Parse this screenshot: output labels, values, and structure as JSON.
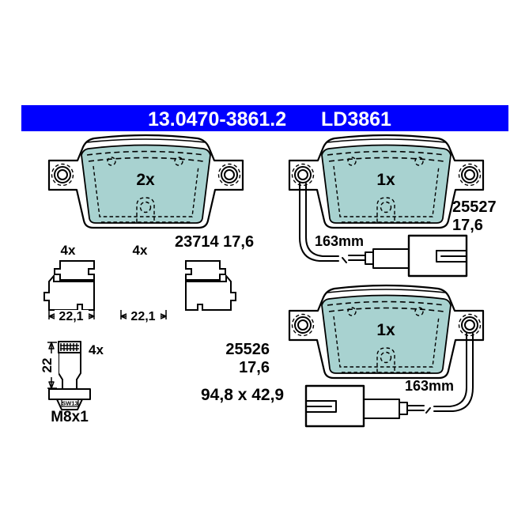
{
  "header": {
    "part_number": "13.0470-3861.2",
    "reference_code": "LD3861",
    "background_color": "#0000ff",
    "text_color": "#ffffff"
  },
  "colors": {
    "pad_fill": "#a8d2d0",
    "pad_fill_dark": "#8fc2c0",
    "backing_plate": "#ffffff",
    "outline": "#000000",
    "banner_blue": "#0000ff",
    "page_background": "#ffffff"
  },
  "main_pad": {
    "name": "main-brake-pad",
    "quantity_label": "2x",
    "wva_number": "23714",
    "thickness": "17,6",
    "caption": "23714 17,6",
    "has_sensor": false
  },
  "sensor_pad_top": {
    "name": "sensor-pad-upper",
    "quantity_label": "1x",
    "wva_number": "25527",
    "thickness": "17,6",
    "caption_line1": "25527",
    "caption_line2": "17,6",
    "has_sensor": true,
    "sensor_length": "163mm",
    "sensor_side": "left"
  },
  "sensor_pad_bottom": {
    "name": "sensor-pad-lower",
    "quantity_label": "1x",
    "wva_number": "25526",
    "thickness": "17,6",
    "caption_line1": "25526",
    "caption_line2": "17,6",
    "has_sensor": true,
    "sensor_length": "163mm",
    "sensor_side": "right"
  },
  "clips": [
    {
      "name": "retaining-clip-left",
      "quantity_label": "4x",
      "width_dimension": "22,1"
    },
    {
      "name": "retaining-clip-right",
      "quantity_label": "4x",
      "width_dimension": "22,1"
    }
  ],
  "bolt": {
    "name": "guide-bolt",
    "quantity_label": "4x",
    "length_dimension": "22",
    "thread_spec": "M8x1",
    "wrench_size": "SW13"
  },
  "overall_dimensions": {
    "label": "94,8 x 42,9",
    "width": "94,8",
    "height": "42,9"
  }
}
